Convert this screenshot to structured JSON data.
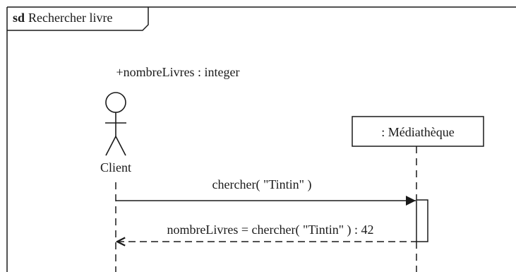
{
  "frame": {
    "keyword": "sd",
    "title": "Rechercher livre"
  },
  "client": {
    "attribute": "+nombreLivres : integer",
    "name": "Client"
  },
  "mediatheque": {
    "label": ": Médiathèque"
  },
  "messages": {
    "call": "chercher( \"Tintin\" )",
    "reply": "nombreLivres = chercher( \"Tintin\" ) : 42"
  }
}
